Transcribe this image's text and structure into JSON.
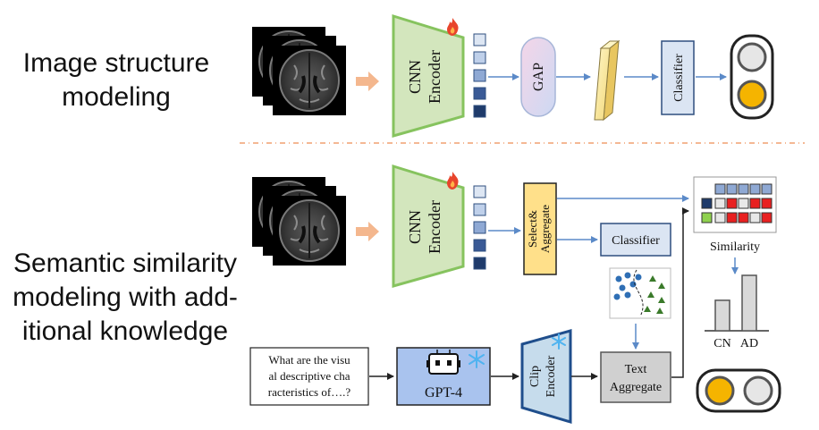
{
  "top_panel": {
    "title_line1": "Image structure",
    "title_line2": "modeling",
    "encoder_line1": "CNN",
    "encoder_line2": "Encoder",
    "pool_label": "GAP",
    "classifier_label": "Classifier",
    "output_lights": [
      "off",
      "on"
    ]
  },
  "bottom_panel": {
    "title_line1": "Semantic similarity",
    "title_line2": "modeling with add-",
    "title_line3": "itional knowledge",
    "encoder_line1": "CNN",
    "encoder_line2": "Encoder",
    "select_line1": "Select&",
    "select_line2": "Aggregate",
    "classifier_label": "Classifier",
    "similarity_label": "Similarity",
    "bar_labels": [
      "CN",
      "AD"
    ],
    "bar_values": [
      0.55,
      1.0
    ],
    "prompt_line1": "What are the visu",
    "prompt_line2": "al descriptive cha",
    "prompt_line3": "racteristics of….?",
    "gpt_label": "GPT-4",
    "clip_line1": "Clip",
    "clip_line2": "Encoder",
    "text_agg_line1": "Text",
    "text_agg_line2": "Aggregate",
    "output_lights": [
      "on",
      "off"
    ]
  },
  "colors": {
    "feature_shades": [
      "#dde6f3",
      "#bfd0ea",
      "#8fa9d4",
      "#3a5a96",
      "#1f3b6b"
    ],
    "encoder_fill": "#d3e6bd",
    "encoder_stroke": "#86c35e",
    "classifier_fill": "#dbe5f3",
    "classifier_stroke": "#2f4f7f",
    "select_fill": "#ffe08a",
    "gpt_fill": "#a9c3ee",
    "clip_fill": "#c6dcec",
    "clip_stroke": "#1f4e8c",
    "text_agg_fill": "#d0d0d0",
    "arrow_blue": "#5b8ac8",
    "light_on": "#f5b400",
    "light_off": "#e6e6e6",
    "divider": "#f0a070",
    "fire": "#e8452c",
    "snowflake": "#4fb3f0"
  }
}
